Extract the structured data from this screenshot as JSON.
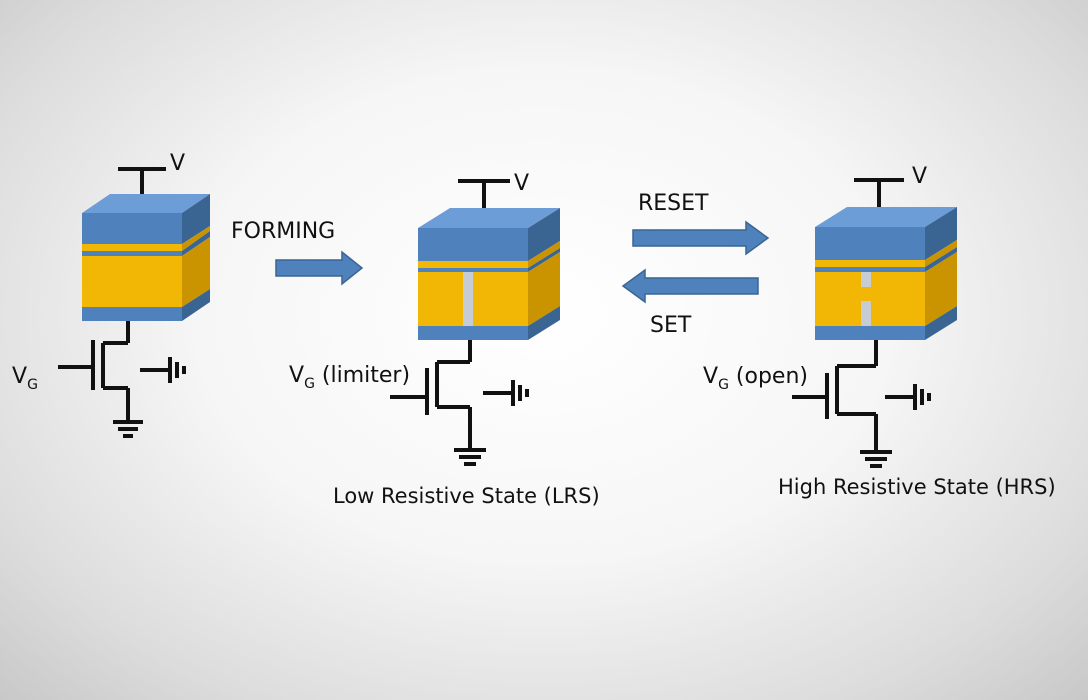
{
  "colors": {
    "electrode_blue": "#4f81bd",
    "electrode_top": "#6d9dd6",
    "electrode_dark": "#3a6593",
    "oxide_yellow": "#f2b705",
    "oxide_side": "#c99400",
    "filament": "#c5ccd3",
    "arrow_fill": "#4f81bd",
    "arrow_stroke": "#3a6593"
  },
  "cells": [
    {
      "name": "initial",
      "top_terminal_label": "V",
      "gate_label_main": "V",
      "gate_label_sub": "G",
      "gate_label_suffix": "",
      "filament": "none",
      "caption": ""
    },
    {
      "name": "lrs",
      "top_terminal_label": "V",
      "gate_label_main": "V",
      "gate_label_sub": "G",
      "gate_label_suffix": " (limiter)",
      "filament": "continuous",
      "caption": "Low Resistive State (LRS)"
    },
    {
      "name": "hrs",
      "top_terminal_label": "V",
      "gate_label_main": "V",
      "gate_label_sub": "G",
      "gate_label_suffix": " (open)",
      "filament": "ruptured",
      "caption": "High Resistive State (HRS)"
    }
  ],
  "arrows": {
    "forming": "FORMING",
    "reset": "RESET",
    "set": "SET"
  },
  "icons": [
    "ground-icon",
    "battery-icon",
    "arrow-right-icon",
    "arrow-left-icon"
  ]
}
